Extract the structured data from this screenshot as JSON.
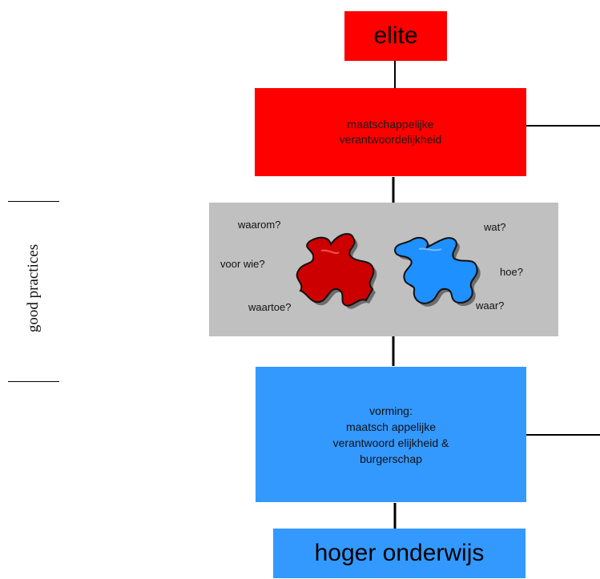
{
  "top": {
    "label": "elite"
  },
  "responsibility": {
    "line1": "maatschappelijke",
    "line2": "verantwoordelijkheid"
  },
  "puzzle": {
    "left_questions": [
      "waarom?",
      "voor wie?",
      "waartoe?"
    ],
    "right_questions": [
      "wat?",
      "hoe?",
      "waar?"
    ],
    "colors": {
      "left_piece": "#cc0000",
      "right_piece": "#1e90ff",
      "panel": "#c0c0c0"
    }
  },
  "vorming": {
    "line1": "vorming:",
    "line2": "maatsch appelijke",
    "line3": "verantwoord elijkheid &",
    "line4": "burgerschap"
  },
  "bottom": {
    "label": "hoger onderwijs"
  },
  "side_label": "good practices",
  "colors": {
    "red": "#ff0000",
    "blue": "#3399ff"
  }
}
